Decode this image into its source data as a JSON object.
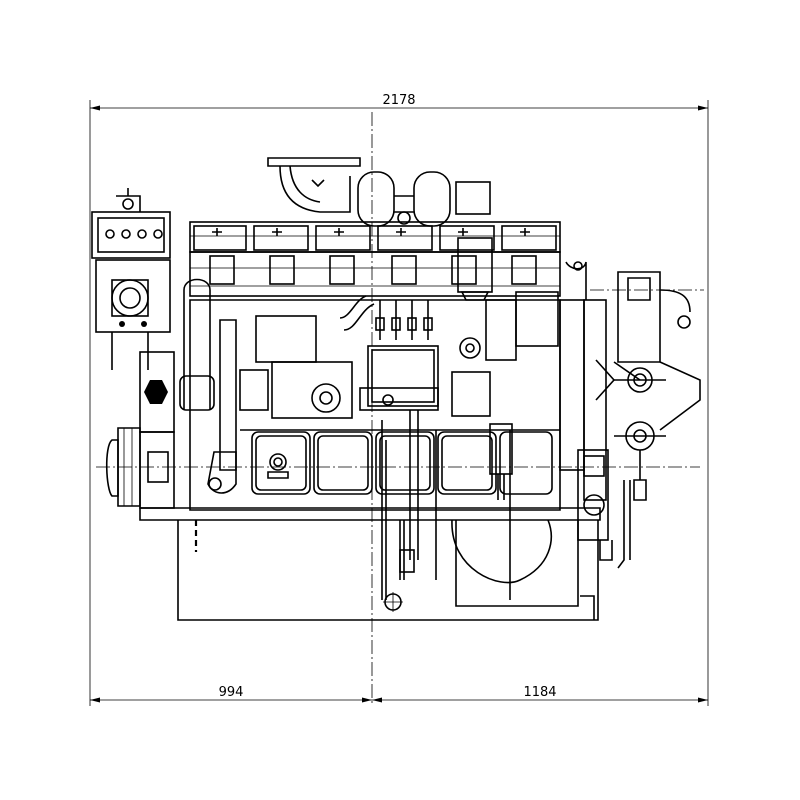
{
  "dimensions": {
    "overall_width": "2178",
    "left_span": "994",
    "right_span": "1184"
  }
}
